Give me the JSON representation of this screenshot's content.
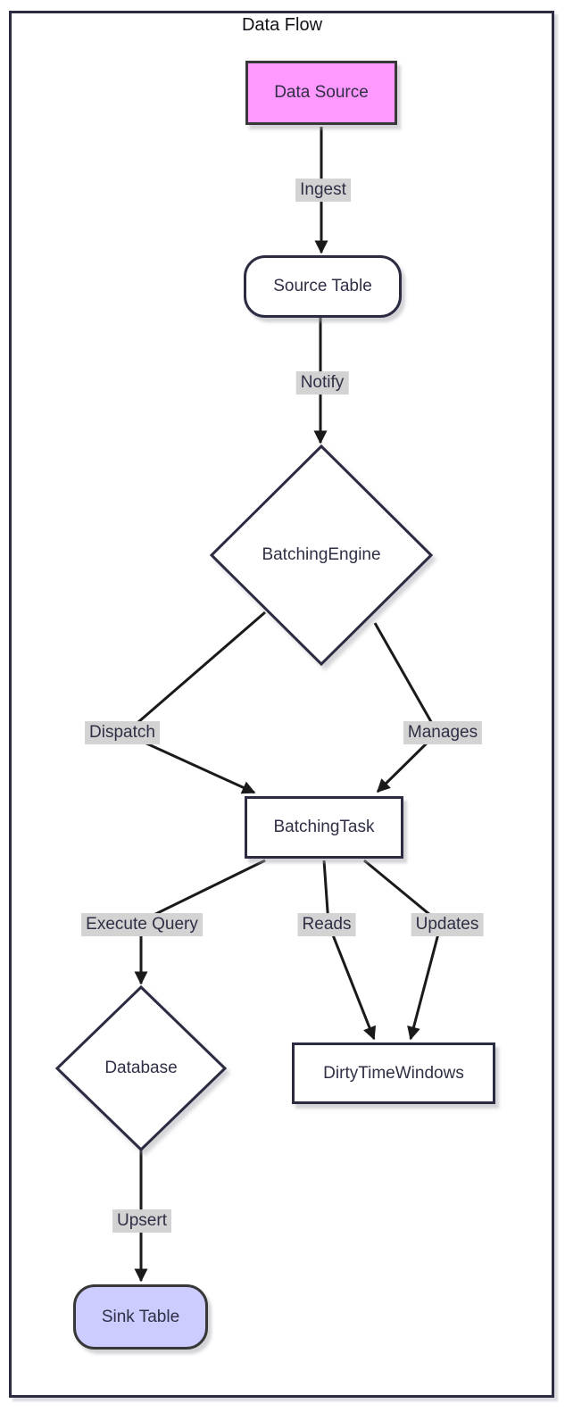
{
  "diagram": {
    "title": "Data Flow",
    "type": "flowchart",
    "colors": {
      "node_border": "#2b2b42",
      "accent_pink": "#ff99ff",
      "accent_lavender": "#ccccff",
      "edge_label_background": "#d3d3d3",
      "edge_line": "#1a1a1a",
      "text": "#2f2f45"
    },
    "nodes": {
      "data_source": {
        "label": "Data Source",
        "shape": "rectangle",
        "fill": "#ff99ff"
      },
      "source_table": {
        "label": "Source Table",
        "shape": "rounded",
        "fill": "#ffffff"
      },
      "batching_engine": {
        "label": "BatchingEngine",
        "shape": "diamond",
        "fill": "#ffffff"
      },
      "batching_task": {
        "label": "BatchingTask",
        "shape": "rectangle",
        "fill": "#ffffff"
      },
      "database": {
        "label": "Database",
        "shape": "diamond",
        "fill": "#ffffff"
      },
      "dirty_time_windows": {
        "label": "DirtyTimeWindows",
        "shape": "rectangle",
        "fill": "#ffffff"
      },
      "sink_table": {
        "label": "Sink Table",
        "shape": "rounded",
        "fill": "#ccccff"
      }
    },
    "edges": {
      "ingest": {
        "label": "Ingest",
        "from": "data_source",
        "to": "source_table"
      },
      "notify": {
        "label": "Notify",
        "from": "source_table",
        "to": "batching_engine"
      },
      "dispatch": {
        "label": "Dispatch",
        "from": "batching_engine",
        "to": "batching_task"
      },
      "manages": {
        "label": "Manages",
        "from": "batching_engine",
        "to": "batching_task"
      },
      "execute_query": {
        "label": "Execute Query",
        "from": "batching_task",
        "to": "database"
      },
      "reads": {
        "label": "Reads",
        "from": "batching_task",
        "to": "dirty_time_windows"
      },
      "updates": {
        "label": "Updates",
        "from": "batching_task",
        "to": "dirty_time_windows"
      },
      "upsert": {
        "label": "Upsert",
        "from": "database",
        "to": "sink_table"
      }
    }
  }
}
